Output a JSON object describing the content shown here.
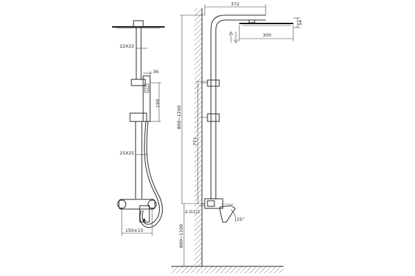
{
  "drawing": {
    "labels": {
      "pipe_upper": "22X22",
      "hand_shower_width": "36",
      "hand_shower_height": "199",
      "pipe_lower": "25X25",
      "center_distance": "150±15",
      "arm_reach": "372",
      "head_height": "54",
      "head_size": "300",
      "riser_height": "800~1250",
      "slide_height": "771",
      "thread": "2-G1/2",
      "spout_angle": "25°",
      "mount_height": "800~1100"
    }
  }
}
